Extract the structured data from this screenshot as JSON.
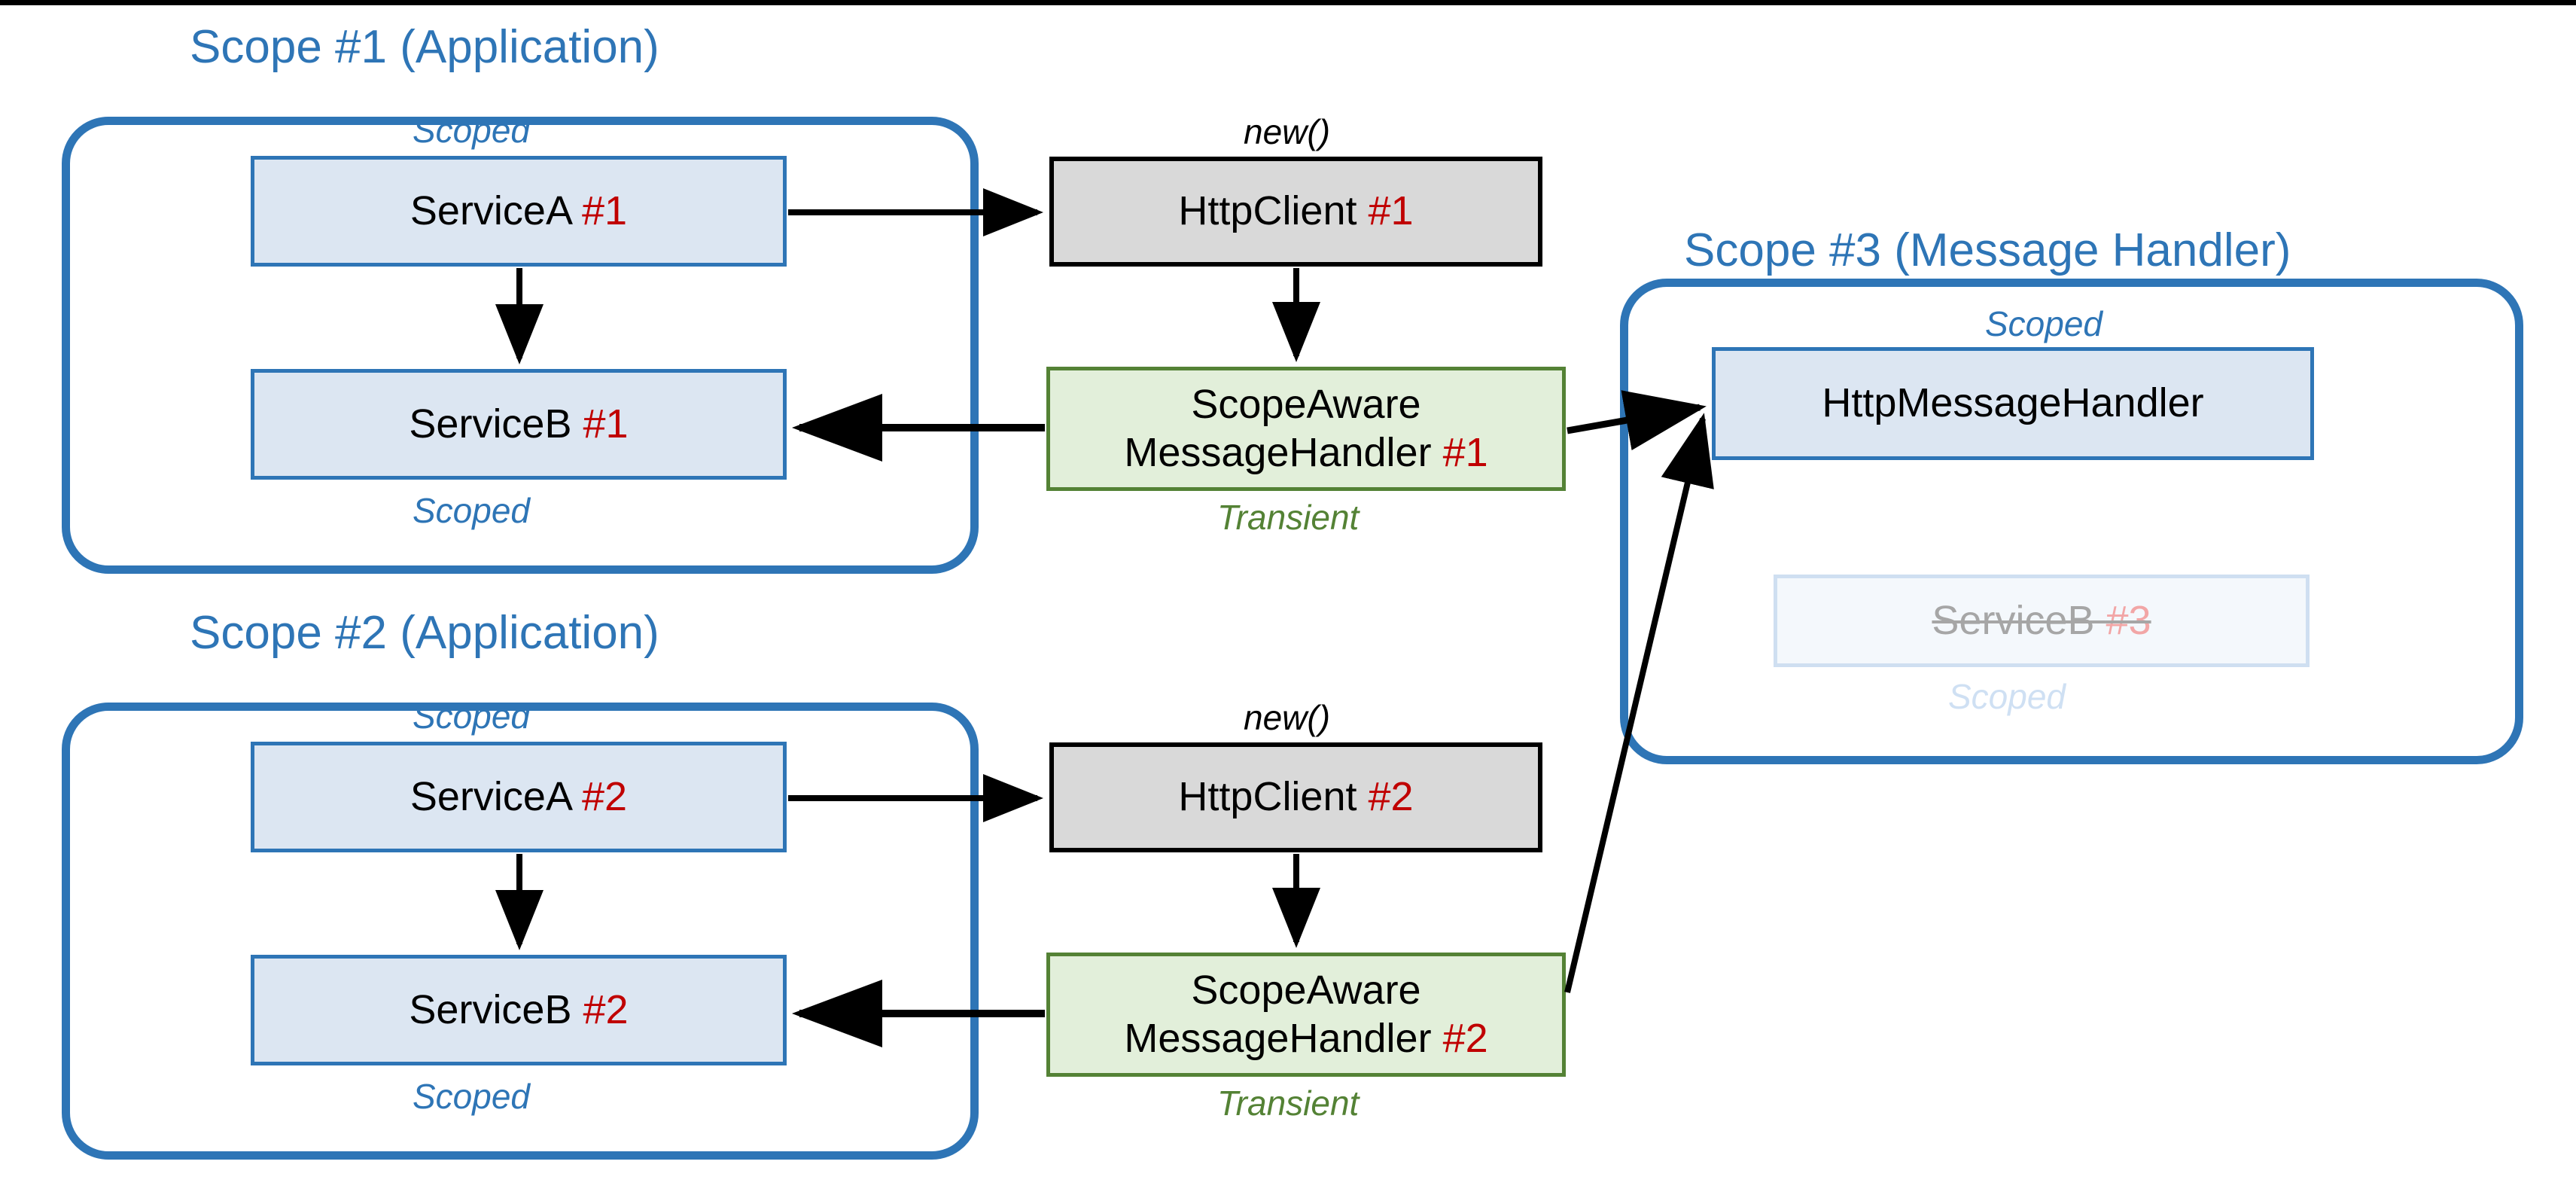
{
  "diagram": {
    "title_tone": "DI scope / HttpClient message handler lifetime diagram",
    "colors": {
      "scope_border": "#2e75b6",
      "scope_title": "#2e75b6",
      "blue_fill": "#dce6f2",
      "blue_border": "#2e75b6",
      "gray_fill": "#d9d9d9",
      "gray_border": "#000000",
      "green_fill": "#e2efda",
      "green_border": "#548235",
      "index_red": "#c00000",
      "ghost_text": "#a6a6a6",
      "ghost_index": "#f2a6a6",
      "ghost_fill": "#f4f8fc",
      "ghost_border": "#cfdff1",
      "arrow": "#000000"
    }
  },
  "scopes": [
    {
      "id": "scope1",
      "title": "Scope #1 (Application)"
    },
    {
      "id": "scope2",
      "title": "Scope #2 (Application)"
    },
    {
      "id": "scope3",
      "title": "Scope #3 (Message Handler)"
    }
  ],
  "nodes": {
    "service_a_1": {
      "name": "ServiceA",
      "index": "#1",
      "caption": "Scoped",
      "caption_pos": "above"
    },
    "service_b_1": {
      "name": "ServiceB",
      "index": "#1",
      "caption": "Scoped",
      "caption_pos": "below"
    },
    "http_client_1": {
      "name": "HttpClient",
      "index": "#1",
      "caption": "new()",
      "caption_pos": "above"
    },
    "handler_1": {
      "line1": "ScopeAware",
      "line2": "MessageHandler",
      "index": "#1",
      "caption": "Transient",
      "caption_pos": "below"
    },
    "service_a_2": {
      "name": "ServiceA",
      "index": "#2",
      "caption": "Scoped",
      "caption_pos": "above"
    },
    "service_b_2": {
      "name": "ServiceB",
      "index": "#2",
      "caption": "Scoped",
      "caption_pos": "below"
    },
    "http_client_2": {
      "name": "HttpClient",
      "index": "#2",
      "caption": "new()",
      "caption_pos": "above"
    },
    "handler_2": {
      "line1": "ScopeAware",
      "line2": "MessageHandler",
      "index": "#2",
      "caption": "Transient",
      "caption_pos": "below"
    },
    "http_message_handler": {
      "name": "HttpMessageHandler",
      "index": "",
      "caption": "Scoped",
      "caption_pos": "above"
    },
    "service_b_3": {
      "name": "ServiceB",
      "index": "#3",
      "caption": "Scoped",
      "caption_pos": "below",
      "state": "disabled-strikethrough"
    }
  },
  "edges": [
    {
      "from": "service_a_1",
      "to": "http_client_1",
      "style": "solid-arrow"
    },
    {
      "from": "service_a_1",
      "to": "service_b_1",
      "style": "solid-arrow"
    },
    {
      "from": "http_client_1",
      "to": "handler_1",
      "style": "solid-arrow"
    },
    {
      "from": "handler_1",
      "to": "service_b_1",
      "style": "solid-arrow"
    },
    {
      "from": "handler_1",
      "to": "http_message_handler",
      "style": "solid-arrow"
    },
    {
      "from": "service_a_2",
      "to": "http_client_2",
      "style": "solid-arrow"
    },
    {
      "from": "service_a_2",
      "to": "service_b_2",
      "style": "solid-arrow"
    },
    {
      "from": "http_client_2",
      "to": "handler_2",
      "style": "solid-arrow"
    },
    {
      "from": "handler_2",
      "to": "service_b_2",
      "style": "solid-arrow"
    },
    {
      "from": "handler_2",
      "to": "http_message_handler",
      "style": "solid-arrow"
    }
  ]
}
